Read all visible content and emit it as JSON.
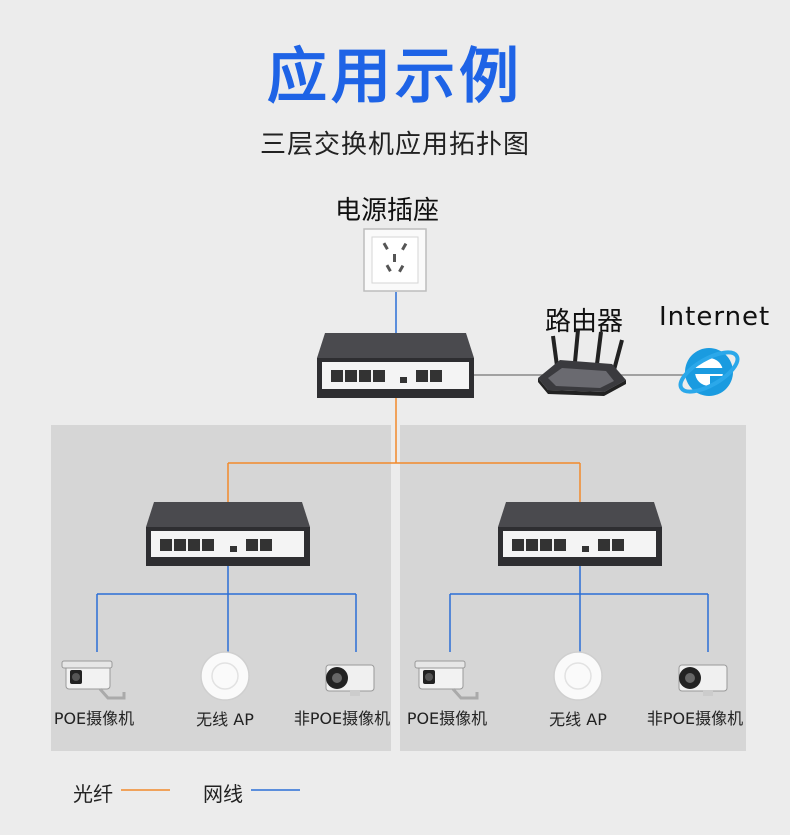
{
  "page": {
    "title": "应用示例",
    "subtitle": "三层交换机应用拓扑图"
  },
  "nodes": {
    "power_socket": "电源插座",
    "router": "路由器",
    "internet": "Internet"
  },
  "left_group": {
    "devices": [
      "POE摄像机",
      "无线 AP",
      "非POE摄像机"
    ]
  },
  "right_group": {
    "devices": [
      "POE摄像机",
      "无线 AP",
      "非POE摄像机"
    ]
  },
  "legend": {
    "fiber_label": "光纤",
    "cable_label": "网线",
    "fiber_color": "#f28a2b",
    "cable_color": "#2b6fd6"
  },
  "colors": {
    "title": "#1e63e6",
    "background": "#ececec",
    "panel": "#d6d6d6"
  }
}
